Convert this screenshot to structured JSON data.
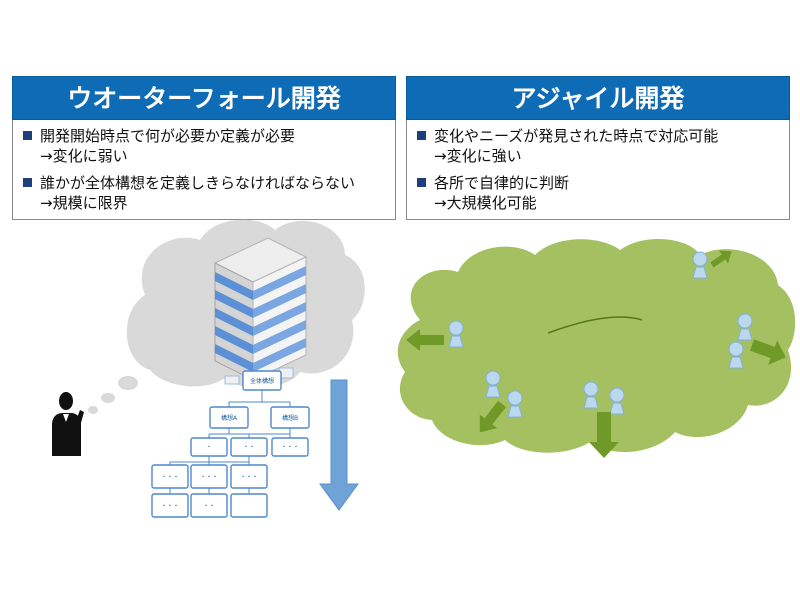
{
  "waterfall": {
    "title": "ウオーターフォール開発",
    "items": [
      {
        "text": "開発開始時点で何が必要か定義が必要",
        "sub": "→変化に弱い"
      },
      {
        "text": "誰かが全体構想を定義しきらなければならない",
        "sub": "→規模に限界"
      }
    ],
    "tree": {
      "root": "全体構想",
      "level2": [
        "構想A",
        "構想B"
      ],
      "level3": [
        "・",
        "・・",
        "・・・"
      ],
      "level4": [
        "・・・",
        "・・・",
        "・・・"
      ],
      "level5": [
        "・・・",
        "・・",
        ""
      ]
    }
  },
  "agile": {
    "title": "アジャイル開発",
    "items": [
      {
        "text": "変化やニーズが発見された時点で対応可能",
        "sub": "→変化に強い"
      },
      {
        "text": "各所で自律的に判断",
        "sub": "→大規模化可能"
      }
    ]
  },
  "colors": {
    "header_blue": "#0e6bb5",
    "cloud_gray": "#d9d9d9",
    "field_green": "#a5c060",
    "arrow_green": "#6f9a27",
    "arrow_blue": "#5b9bd5",
    "person_blue": "#bcd8ef"
  }
}
